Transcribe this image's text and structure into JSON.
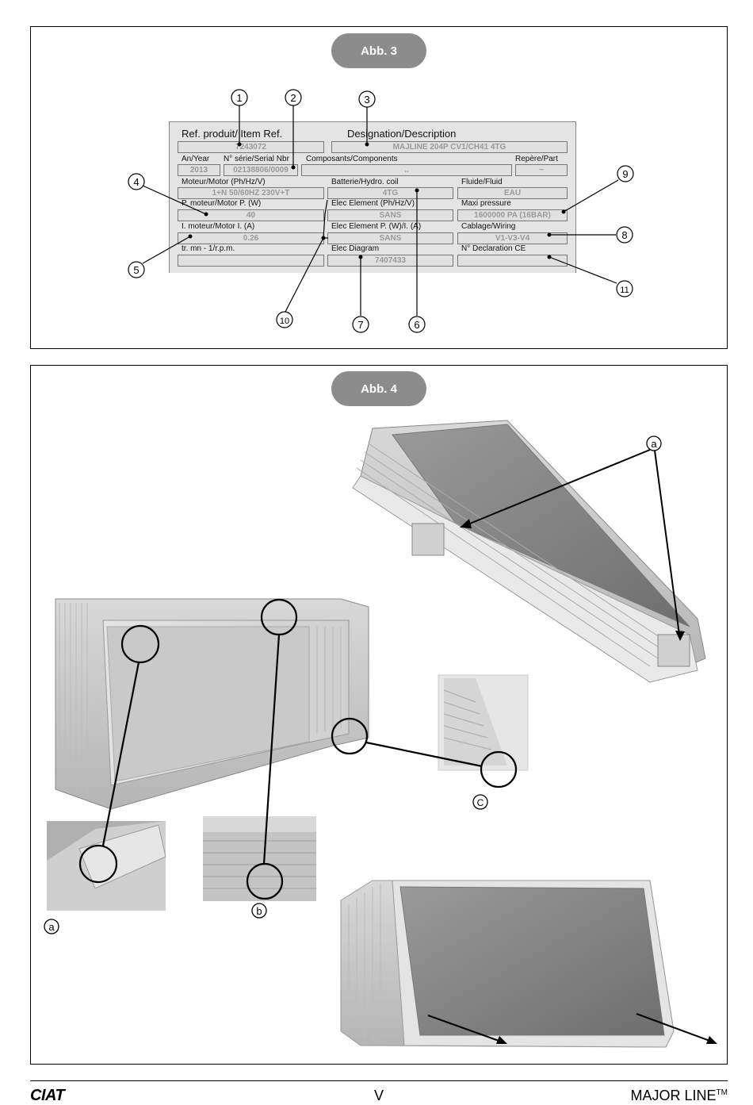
{
  "fig3": {
    "title": "Abb. 3",
    "plate": {
      "ref_label": "Ref. produit/ Item Ref.",
      "designation_label": "Designation/Description",
      "ref_value": "7243072",
      "designation_value": "MAJLINE 204P CV1/CH41 4TG",
      "year_label": "An/Year",
      "serial_label": "N° série/Serial Nbr",
      "components_label": "Composants/Components",
      "part_label": "Repère/Part",
      "year_value": "2013",
      "serial_value": "02138806/0009",
      "components_value": "..",
      "part_value": "~",
      "motor_label": "Moteur/Motor (Ph/Hz/V)",
      "coil_label": "Batterie/Hydro. coil",
      "fluid_label": "Fluide/Fluid",
      "motor_value": "1+N 50/60HZ 230V+T",
      "coil_value": "4TG",
      "fluid_value": "EAU",
      "motor_power_label": "P. moteur/Motor P. (W)",
      "elec_element_label": "Elec Element (Ph/Hz/V)",
      "max_pressure_label": "Maxi pressure",
      "motor_power_value": "40",
      "elec_element_value": "SANS",
      "max_pressure_value": "1600000 PA (16BAR)",
      "motor_current_label": "I. moteur/Motor I. (A)",
      "elec_power_label": "Elec Element P. (W)/I. (A)",
      "wiring_label": "Cablage/Wiring",
      "motor_current_value": "0.26",
      "elec_power_value": "SANS",
      "wiring_value": "V1-V3-V4",
      "rpm_label": "tr. mn - 1/r.p.m.",
      "elec_diagram_label": "Elec Diagram",
      "ce_label": "N° Declaration CE",
      "rpm_value": "",
      "elec_diagram_value": "7407433",
      "ce_value": ""
    },
    "callouts": [
      "1",
      "2",
      "3",
      "4",
      "5",
      "6",
      "7",
      "8",
      "9",
      "10",
      "11"
    ]
  },
  "fig4": {
    "title": "Abb. 4",
    "labels": {
      "a_top": "a",
      "a_bottom": "a",
      "b": "b",
      "c": "C"
    }
  },
  "footer": {
    "brand": "CIAT",
    "page": "V",
    "model": "MAJOR LINE",
    "model_sup": "TM"
  }
}
